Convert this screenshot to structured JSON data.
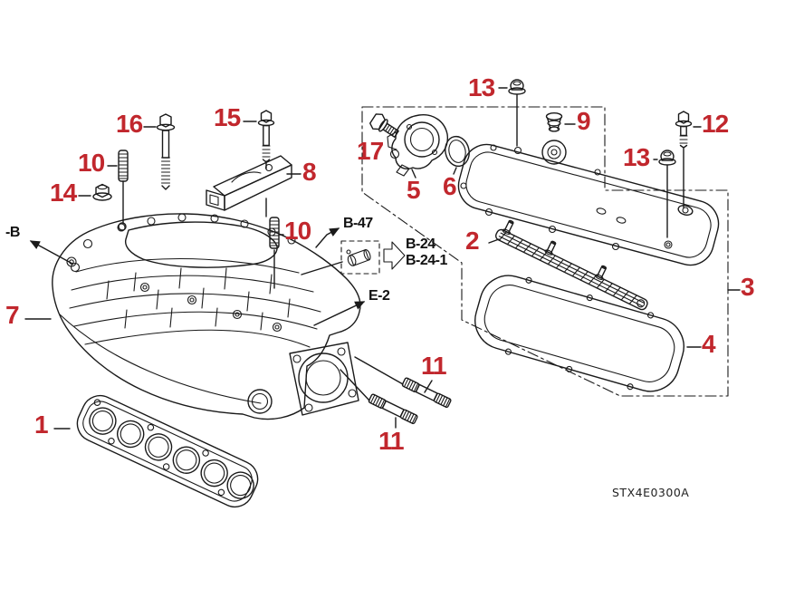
{
  "diagram": {
    "code": "STX4E0300A",
    "colors": {
      "label_red": "#c1272d",
      "line_black": "#1a1a1a",
      "background": "#ffffff"
    },
    "callouts": [
      {
        "text": "16",
        "part": "long-flange-bolt-icon"
      },
      {
        "text": "15",
        "part": "bracket-bolt-icon"
      },
      {
        "text": "10",
        "part": "stud-bolt-icon"
      },
      {
        "text": "14",
        "part": "flange-nut-icon"
      },
      {
        "text": "8",
        "part": "manifold-stay-bracket"
      },
      {
        "text": "10",
        "part": "stud-bolt-icon"
      },
      {
        "text": "13",
        "part": "cap-nut-icon"
      },
      {
        "text": "9",
        "part": "rubber-grommet-icon"
      },
      {
        "text": "12",
        "part": "short-flange-bolt-icon"
      },
      {
        "text": "13",
        "part": "cap-nut-icon"
      },
      {
        "text": "17",
        "part": "angled-bolt-icon"
      },
      {
        "text": "5",
        "part": "throttle-body-spacer"
      },
      {
        "text": "6",
        "part": "o-ring"
      },
      {
        "text": "2",
        "part": "cover-gasket-strip"
      },
      {
        "text": "3",
        "part": "manifold-cover-assembly-group"
      },
      {
        "text": "4",
        "part": "cover-gasket-ring"
      },
      {
        "text": "7",
        "part": "intake-manifold-body"
      },
      {
        "text": "1",
        "part": "lower-manifold-gasket"
      },
      {
        "text": "11",
        "part": "double-end-stud-icon"
      },
      {
        "text": "11",
        "part": "double-end-stud-icon"
      }
    ],
    "refs": [
      {
        "text": "-B"
      },
      {
        "text": "B-47"
      },
      {
        "text": "B-24"
      },
      {
        "text": "B-24-1"
      },
      {
        "text": "E-2"
      }
    ]
  }
}
